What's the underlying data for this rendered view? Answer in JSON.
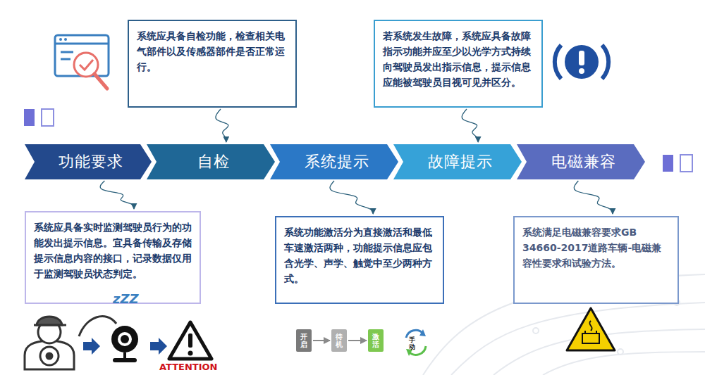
{
  "diagram": {
    "nodes": [
      {
        "text": [
          "系统应具备自检功能，检查相关电气部件以及传感器部件是否正常运行。"
        ]
      },
      {
        "text": [
          "若系统发生故障，系统应具备故障指示功能并应至少以光学方式持续向驾驶员发出指示信息，提示信息应能被驾驶员目视可见并区分。"
        ]
      },
      {
        "text": [
          "功能要求"
        ]
      },
      {
        "text": [
          "自检"
        ]
      },
      {
        "text": [
          "系统提示"
        ]
      },
      {
        "text": [
          "故障提示"
        ]
      },
      {
        "text": [
          "电磁兼容"
        ]
      },
      {
        "text": [
          "系统应具备实时监测驾驶员行为的功能发出提示信息。宜具备传输及存储提示信息内容的接口，记录数据仅用于监测驾驶员状态判定。"
        ]
      },
      {
        "text": [
          "系统功能激活分为直接激活和最低车速激活两种，功能提示信息应包含光学、声学、触觉中至少两种方式。"
        ]
      },
      {
        "text": [
          "系统满足电磁兼容要求GB 34660-2017道路车辆-电磁兼容性要求和试验方法。"
        ]
      },
      {
        "text": [
          "开启"
        ]
      },
      {
        "text": [
          "待机"
        ]
      },
      {
        "text": [
          "激活"
        ]
      }
    ],
    "edges": [
      {
        "from": 0,
        "to": 3,
        "arrow": "to"
      },
      {
        "from": 1,
        "to": 5,
        "arrow": "to"
      },
      {
        "from": 2,
        "to": 7,
        "arrow": "to"
      },
      {
        "from": 4,
        "to": 8,
        "arrow": "to"
      },
      {
        "from": 6,
        "to": 9,
        "arrow": "to"
      },
      {
        "from": 10,
        "to": 11,
        "arrow": "to"
      },
      {
        "from": 11,
        "to": 12,
        "arrow": "to"
      }
    ],
    "labels": [
      "ATTENTION",
      "zZZ",
      "手动"
    ]
  }
}
